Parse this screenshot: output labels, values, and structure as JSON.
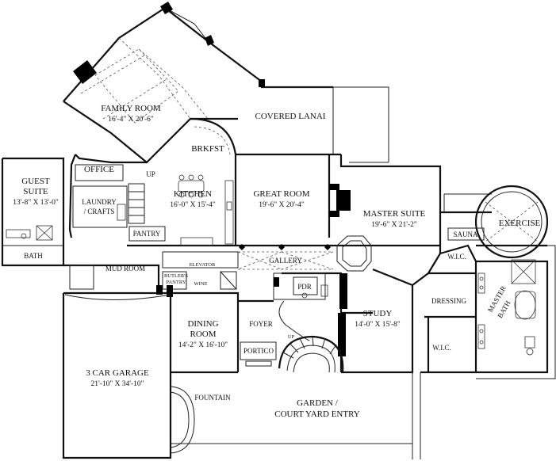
{
  "rooms": {
    "family_room": {
      "name": "FAMILY ROOM",
      "dims": "16'-4\" X 20'-6\""
    },
    "covered_lanai": {
      "name": "COVERED LANAI"
    },
    "brkfst": {
      "name": "BRKFST"
    },
    "office": {
      "name": "OFFICE"
    },
    "up_kitchen": {
      "name": "UP"
    },
    "guest_suite": {
      "name_line1": "GUEST",
      "name_line2": "SUITE",
      "dims": "13'-8\" X 13'-0\""
    },
    "laundry": {
      "name_line1": "LAUNDRY",
      "name_line2": "/ CRAFTS"
    },
    "kitchen": {
      "name": "KITCHEN",
      "dims": "16'-0\" X 15'-4\""
    },
    "great_room": {
      "name": "GREAT ROOM",
      "dims": "19'-6\" X 20'-4\""
    },
    "master_suite": {
      "name": "MASTER SUITE",
      "dims": "19'-6\" X 21'-2\""
    },
    "exercise": {
      "name": "EXERCISE"
    },
    "sauna": {
      "name": "SAUNA"
    },
    "wic_upper": {
      "name": "W.I.C."
    },
    "pantry": {
      "name": "PANTRY"
    },
    "bath": {
      "name": "BATH"
    },
    "mud_room": {
      "name": "MUD ROOM"
    },
    "elevator": {
      "name": "ELEVATOR"
    },
    "gallery": {
      "name": "GALLERY"
    },
    "butlers_pantry": {
      "name_line1": "BUTLER'S",
      "name_line2": "PANTRY"
    },
    "wine": {
      "name": "WINE"
    },
    "pdr": {
      "name": "PDR"
    },
    "dressing": {
      "name": "DRESSING"
    },
    "master_bath": {
      "name_line1": "MASTER",
      "name_line2": "BATH"
    },
    "study": {
      "name": "STUDY",
      "dims": "14'-0\" X 15'-8\""
    },
    "wic_lower": {
      "name": "W.I.C."
    },
    "dining_room": {
      "name_line1": "DINING",
      "name_line2": "ROOM",
      "dims": "14'-2\" X 16'-10\""
    },
    "foyer": {
      "name": "FOYER"
    },
    "up_foyer": {
      "name": "UP"
    },
    "portico": {
      "name": "PORTICO"
    },
    "garage": {
      "name": "3 CAR GARAGE",
      "dims": "21'-10\" X 34'-10\""
    },
    "fountain": {
      "name": "FOUNTAIN"
    },
    "garden": {
      "name_line1": "GARDEN /",
      "name_line2": "COURT YARD ENTRY"
    }
  }
}
